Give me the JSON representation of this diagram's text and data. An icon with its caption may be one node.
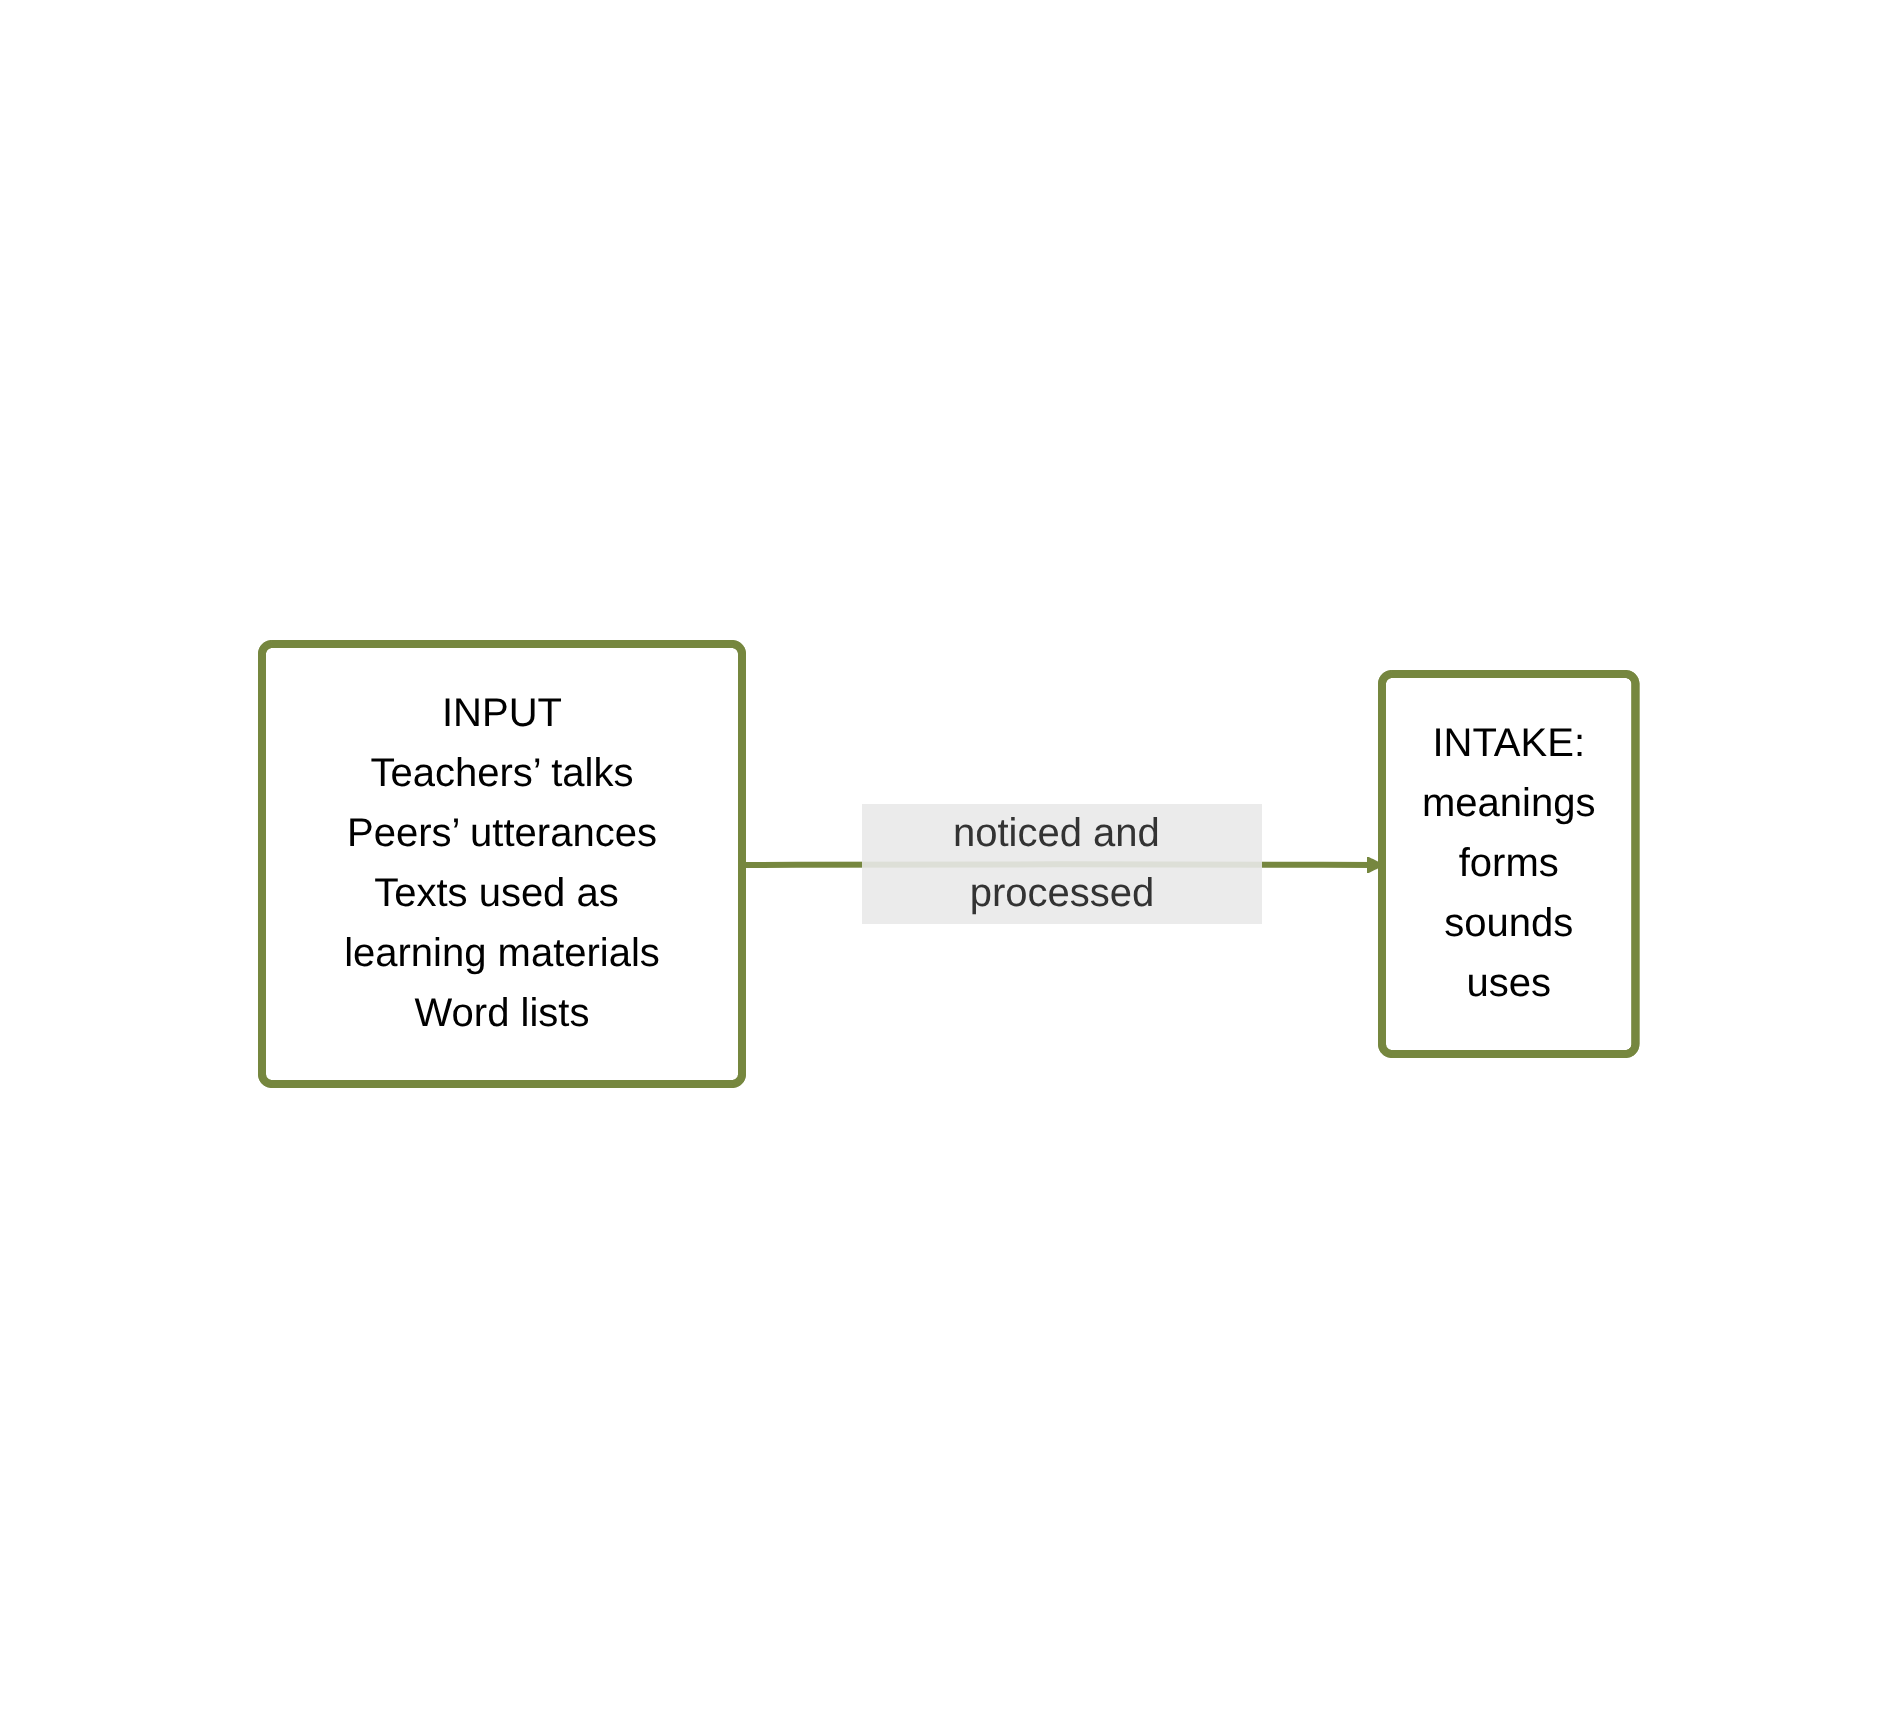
{
  "diagram": {
    "nodes": [
      {
        "text": [
          "INPUT",
          "Teachers’ talks",
          "Peers’ utterances",
          "Texts used as learning materials",
          "Word lists"
        ]
      },
      {
        "text": [
          "INTAKE:",
          "meanings",
          "forms",
          "sounds",
          "uses"
        ]
      }
    ],
    "edges": [
      {
        "from": 0,
        "to": 1,
        "arrow": "to",
        "label": "noticed and processed"
      }
    ]
  }
}
